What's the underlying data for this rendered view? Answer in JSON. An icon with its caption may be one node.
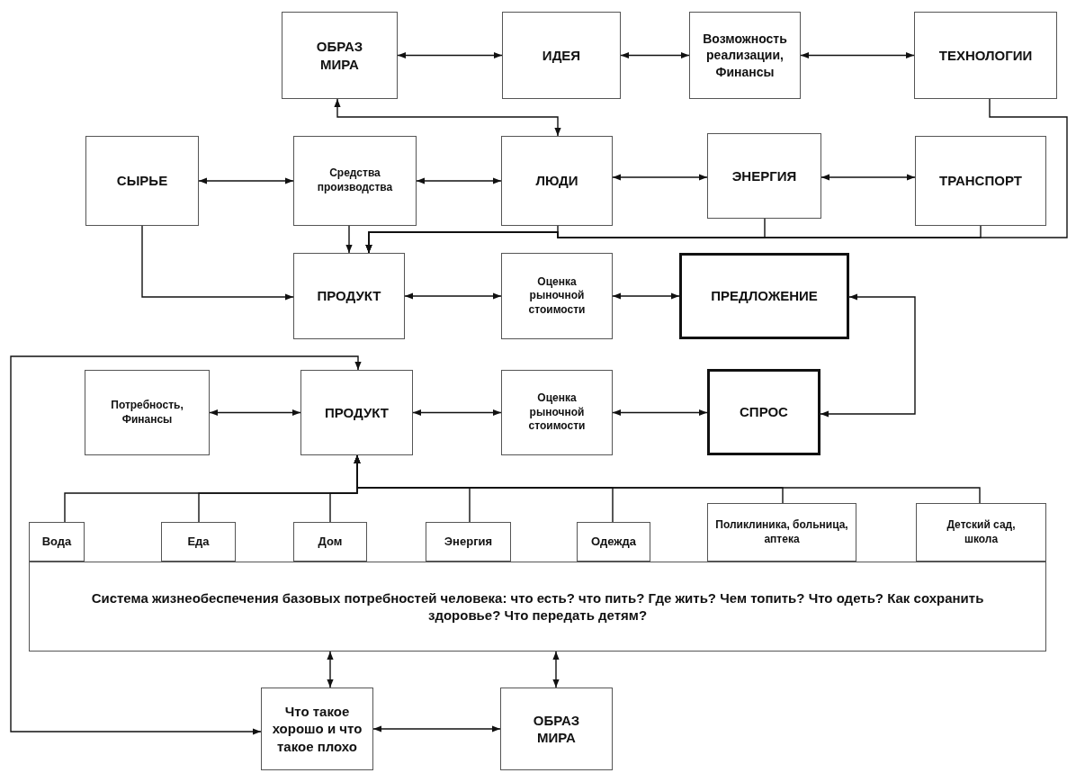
{
  "diagram": {
    "nodes": [
      {
        "text": [
          "ОБРАЗ МИРА"
        ]
      },
      {
        "text": [
          "ИДЕЯ"
        ]
      },
      {
        "text": [
          "Возможность реализации, Финансы"
        ]
      },
      {
        "text": [
          "ТЕХНОЛОГИИ"
        ]
      },
      {
        "text": [
          "СЫРЬЕ"
        ]
      },
      {
        "text": [
          "Средства производства"
        ]
      },
      {
        "text": [
          "ЛЮДИ"
        ]
      },
      {
        "text": [
          "ЭНЕРГИЯ"
        ]
      },
      {
        "text": [
          "ТРАНСПОРТ"
        ]
      },
      {
        "text": [
          "ПРОДУКТ"
        ]
      },
      {
        "text": [
          "Оценка рыночной стоимости"
        ]
      },
      {
        "text": [
          "ПРЕДЛОЖЕНИЕ"
        ]
      },
      {
        "text": [
          "Потребность, Финансы"
        ]
      },
      {
        "text": [
          "ПРОДУКТ"
        ]
      },
      {
        "text": [
          "Оценка рыночной стоимости"
        ]
      },
      {
        "text": [
          "СПРОС"
        ]
      },
      {
        "text": [
          "Вода"
        ]
      },
      {
        "text": [
          "Еда"
        ]
      },
      {
        "text": [
          "Дом"
        ]
      },
      {
        "text": [
          "Энергия"
        ]
      },
      {
        "text": [
          "Одежда"
        ]
      },
      {
        "text": [
          "Поликлиника, больница, аптека"
        ]
      },
      {
        "text": [
          "Детский сад, школа"
        ]
      },
      {
        "text": [
          "Система жизнеобеспечения базовых потребностей человека: что есть? что пить? Где жить? Чем топить? Что одеть? Как сохранить здоровье? Что передать детям?"
        ]
      },
      {
        "text": [
          "Что такое хорошо и что такое плохо"
        ]
      },
      {
        "text": [
          "ОБРАЗ МИРА"
        ]
      }
    ],
    "edges": [
      {
        "from": 0,
        "to": 1,
        "arrow": "both"
      },
      {
        "from": 1,
        "to": 2,
        "arrow": "both"
      },
      {
        "from": 2,
        "to": 3,
        "arrow": "both"
      },
      {
        "from": 0,
        "to": 6,
        "arrow": "both"
      },
      {
        "from": 4,
        "to": 5,
        "arrow": "both"
      },
      {
        "from": 5,
        "to": 6,
        "arrow": "both"
      },
      {
        "from": 6,
        "to": 7,
        "arrow": "both"
      },
      {
        "from": 7,
        "to": 8,
        "arrow": "both"
      },
      {
        "from": 3,
        "to": 9,
        "arrow": "to"
      },
      {
        "from": 5,
        "to": 9,
        "arrow": "to"
      },
      {
        "from": 6,
        "to": 9,
        "arrow": "to"
      },
      {
        "from": 7,
        "to": 9,
        "arrow": "to"
      },
      {
        "from": 8,
        "to": 9,
        "arrow": "to"
      },
      {
        "from": 4,
        "to": 9,
        "arrow": "to"
      },
      {
        "from": 9,
        "to": 10,
        "arrow": "both"
      },
      {
        "from": 10,
        "to": 11,
        "arrow": "both"
      },
      {
        "from": 11,
        "to": 15,
        "arrow": "both"
      },
      {
        "from": 12,
        "to": 13,
        "arrow": "both"
      },
      {
        "from": 13,
        "to": 14,
        "arrow": "both"
      },
      {
        "from": 14,
        "to": 15,
        "arrow": "both"
      },
      {
        "from": 24,
        "to": 13,
        "arrow": "both"
      },
      {
        "from": 16,
        "to": 13,
        "arrow": "to"
      },
      {
        "from": 17,
        "to": 13,
        "arrow": "to"
      },
      {
        "from": 18,
        "to": 13,
        "arrow": "to"
      },
      {
        "from": 19,
        "to": 13,
        "arrow": "to"
      },
      {
        "from": 20,
        "to": 13,
        "arrow": "to"
      },
      {
        "from": 21,
        "to": 13,
        "arrow": "to"
      },
      {
        "from": 22,
        "to": 13,
        "arrow": "to"
      },
      {
        "from": 23,
        "to": 24,
        "arrow": "both"
      },
      {
        "from": 23,
        "to": 25,
        "arrow": "both"
      },
      {
        "from": 24,
        "to": 25,
        "arrow": "both"
      }
    ]
  }
}
